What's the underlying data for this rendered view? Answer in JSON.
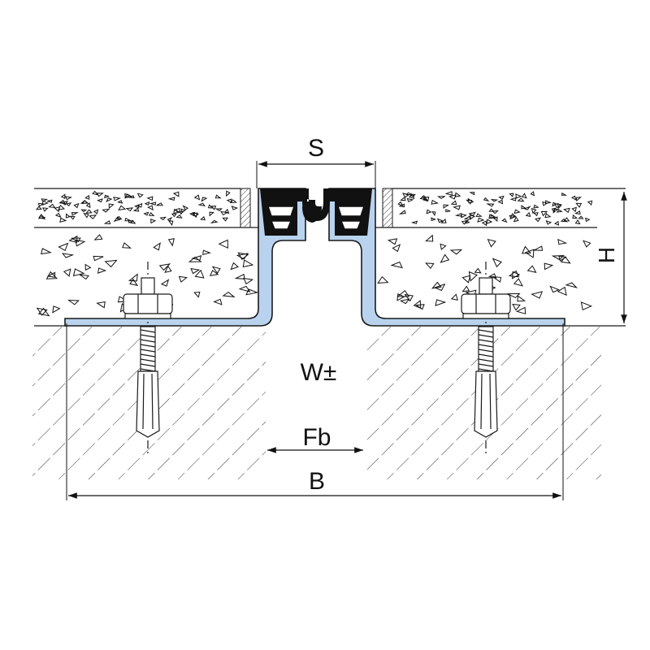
{
  "labels": {
    "s": "S",
    "h": "H",
    "w": "W±",
    "fb": "Fb",
    "b": "B"
  },
  "colors": {
    "profile_fill": "#b9d3ee",
    "line": "#1a1a1a",
    "seal": "#111111",
    "background": "#ffffff"
  }
}
